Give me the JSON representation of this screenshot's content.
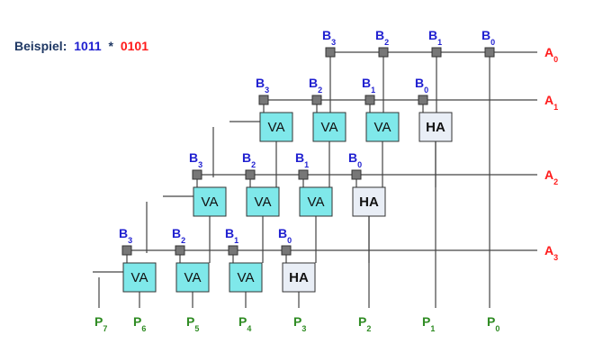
{
  "title": {
    "prefix": "Beispiel:",
    "operand_a": "1011",
    "operator": "*",
    "operand_b": "0101"
  },
  "colors": {
    "prefix": "#1f3864",
    "b_label": "#1f1fd0",
    "a_label": "#ff1a1a",
    "p_label": "#2e8b22",
    "va_fill": "#7fe8ea",
    "ha_fill": "#e9eef6",
    "and_gate": "#777777",
    "wire": "#444444"
  },
  "a_labels": [
    {
      "main": "A",
      "sub": "0"
    },
    {
      "main": "A",
      "sub": "1"
    },
    {
      "main": "A",
      "sub": "2"
    },
    {
      "main": "A",
      "sub": "3"
    }
  ],
  "b_labels": [
    {
      "main": "B",
      "sub": "3"
    },
    {
      "main": "B",
      "sub": "2"
    },
    {
      "main": "B",
      "sub": "1"
    },
    {
      "main": "B",
      "sub": "0"
    }
  ],
  "cell_rows": [
    [
      "VA",
      "VA",
      "VA",
      "HA"
    ],
    [
      "VA",
      "VA",
      "VA",
      "HA"
    ],
    [
      "VA",
      "VA",
      "VA",
      "HA"
    ]
  ],
  "p_labels": [
    {
      "main": "P",
      "sub": "7"
    },
    {
      "main": "P",
      "sub": "6"
    },
    {
      "main": "P",
      "sub": "5"
    },
    {
      "main": "P",
      "sub": "4"
    },
    {
      "main": "P",
      "sub": "3"
    },
    {
      "main": "P",
      "sub": "2"
    },
    {
      "main": "P",
      "sub": "1"
    },
    {
      "main": "P",
      "sub": "0"
    }
  ]
}
